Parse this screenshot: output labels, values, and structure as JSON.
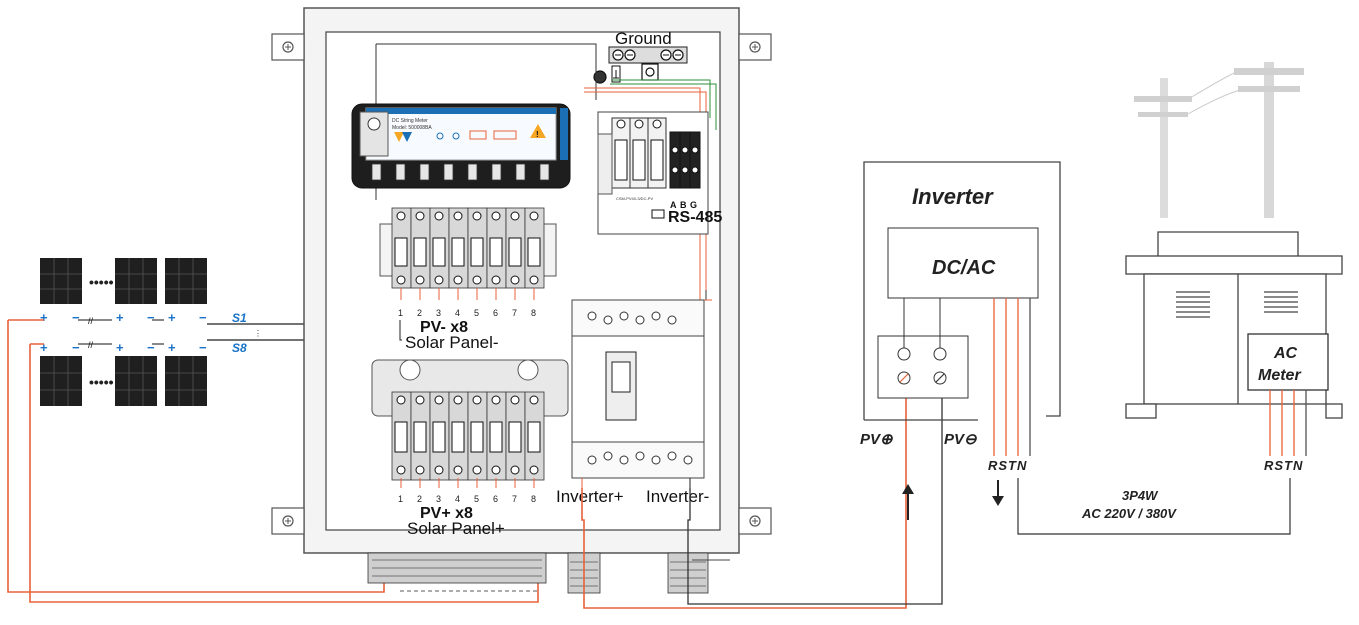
{
  "labels": {
    "ground": "Ground",
    "rs485": "RS-485",
    "rs485_pins": [
      "A",
      "B",
      "G"
    ],
    "pv_minus": "PV- x8",
    "solar_minus": "Solar Panel-",
    "pv_plus": "PV+ x8",
    "solar_plus": "Solar Panel+",
    "inverter_plus": "Inverter+",
    "inverter_minus": "Inverter-",
    "string_first": "S1",
    "string_last": "S8",
    "inverter_title": "Inverter",
    "dcac": "DC/AC",
    "pv_pos": "PV⊕",
    "pv_neg": "PV⊖",
    "rstn_inverter": "RSTN",
    "rstn_meter": "RSTN",
    "ac_meter_line1": "AC",
    "ac_meter_line2": "Meter",
    "supply_line1": "3P4W",
    "supply_line2": "AC 220V / 380V"
  },
  "terminal_numbers": [
    "1",
    "2",
    "3",
    "4",
    "5",
    "6",
    "7",
    "8"
  ],
  "colors": {
    "dc_positive_wire": "#e8623a",
    "dc_negative_wire": "#222222",
    "string_label": "#1a73c8",
    "warning": "#f5a623",
    "brand": "#1b6fb5"
  },
  "icons": [
    "solar-panel-icon",
    "warning-icon",
    "utility-pole-icon",
    "ground-icon"
  ]
}
